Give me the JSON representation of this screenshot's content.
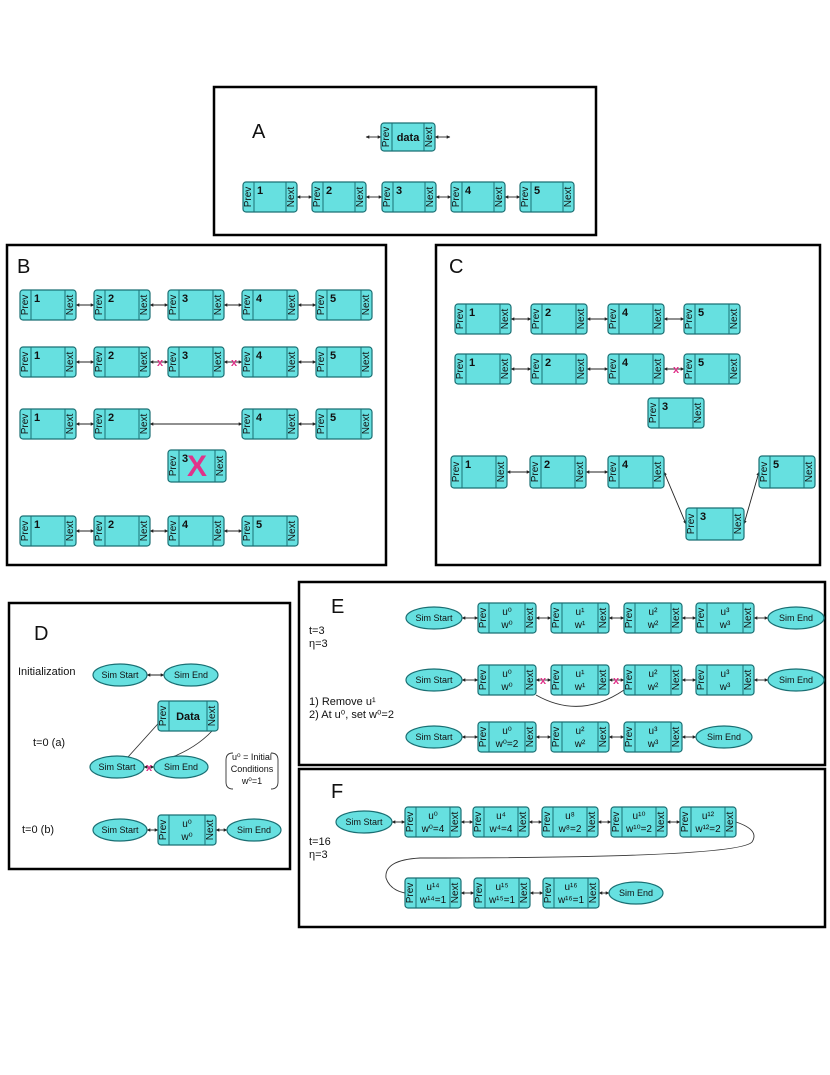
{
  "field_labels": {
    "prev": "Prev",
    "next": "Next"
  },
  "panels": {
    "A": {
      "label": "A",
      "data_node": "data",
      "nodes": [
        "1",
        "2",
        "3",
        "4",
        "5"
      ]
    },
    "B": {
      "label": "B",
      "rows": [
        {
          "nodes": [
            "1",
            "2",
            "3",
            "4",
            "5"
          ]
        },
        {
          "nodes": [
            "1",
            "2",
            "3",
            "4",
            "5"
          ],
          "cuts": [
            "x",
            "x"
          ]
        },
        {
          "nodes": [
            "1",
            "2",
            "4",
            "5"
          ]
        },
        {
          "removed_node": "3",
          "removed_mark": "X"
        },
        {
          "nodes": [
            "1",
            "2",
            "4",
            "5"
          ]
        }
      ]
    },
    "C": {
      "label": "C",
      "rows": [
        {
          "nodes": [
            "1",
            "2",
            "4",
            "5"
          ]
        },
        {
          "nodes": [
            "1",
            "2",
            "4",
            "5"
          ],
          "cuts": [
            "x"
          ]
        },
        {
          "loose_node": "3"
        },
        {
          "nodes": [
            "1",
            "2",
            "4",
            "3",
            "5"
          ]
        }
      ]
    },
    "D": {
      "label": "D",
      "initialization_label": "Initialization",
      "t0a_label": "t=0 (a)",
      "t0b_label": "t=0 (b)",
      "sim_start": "Sim Start",
      "sim_end": "Sim End",
      "data_node": "Data",
      "cut_mark": "x",
      "note_lines": [
        "u⁰ = Initial",
        "Conditions",
        "w⁰=1"
      ],
      "node_b": {
        "u": "u⁰",
        "w": "w⁰"
      }
    },
    "E": {
      "label": "E",
      "t_label": "t=3",
      "eta_label": "η=3",
      "step1": "1) Remove u¹",
      "step2": "2) At u⁰, set w⁰=2",
      "sim_start": "Sim Start",
      "sim_end": "Sim End",
      "cut_mark": "x",
      "row1": [
        {
          "u": "u⁰",
          "w": "w⁰"
        },
        {
          "u": "u¹",
          "w": "w¹"
        },
        {
          "u": "u²",
          "w": "w²"
        },
        {
          "u": "u³",
          "w": "w³"
        }
      ],
      "row2": [
        {
          "u": "u⁰",
          "w": "w⁰"
        },
        {
          "u": "u¹",
          "w": "w¹"
        },
        {
          "u": "u²",
          "w": "w²"
        },
        {
          "u": "u³",
          "w": "w³"
        }
      ],
      "row3": [
        {
          "u": "u⁰",
          "w": "w⁰=2"
        },
        {
          "u": "u²",
          "w": "w²"
        },
        {
          "u": "u³",
          "w": "w³"
        }
      ]
    },
    "F": {
      "label": "F",
      "t_label": "t=16",
      "eta_label": "η=3",
      "sim_start": "Sim Start",
      "sim_end": "Sim End",
      "row1": [
        {
          "u": "u⁰",
          "w": "w⁰=4"
        },
        {
          "u": "u⁴",
          "w": "w⁴=4"
        },
        {
          "u": "u⁸",
          "w": "w⁸=2"
        },
        {
          "u": "u¹⁰",
          "w": "w¹⁰=2"
        },
        {
          "u": "u¹²",
          "w": "w¹²=2"
        }
      ],
      "row2": [
        {
          "u": "u¹⁴",
          "w": "w¹⁴=1"
        },
        {
          "u": "u¹⁵",
          "w": "w¹⁵=1"
        },
        {
          "u": "u¹⁶",
          "w": "w¹⁶=1"
        }
      ]
    }
  }
}
